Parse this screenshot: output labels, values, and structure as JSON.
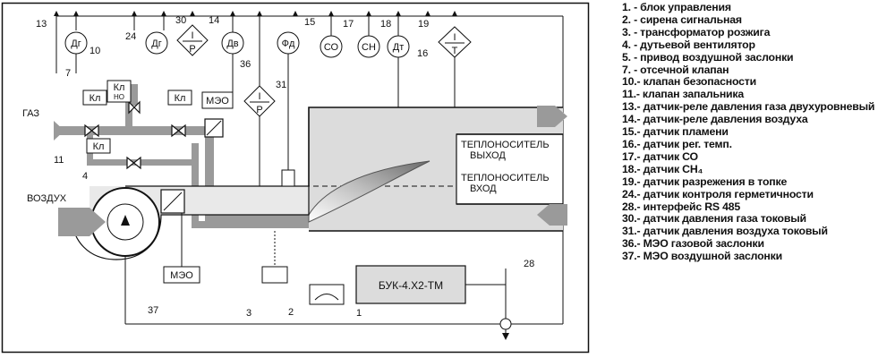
{
  "labels": {
    "gas": "ГАЗ",
    "air": "ВОЗДУХ",
    "coolant_out_1": "ТЕПЛОНОСИТЕЛЬ",
    "coolant_out_2": "ВЫХОД",
    "coolant_in_1": "ТЕПЛОНОСИТЕЛЬ",
    "coolant_in_2": "ВХОД",
    "controller": "БУК-4.Х2-ТМ",
    "actuator_gas": "МЭО",
    "actuator_air": "МЭО",
    "valve_kl": "Кл",
    "valve_kl_no_1": "Кл",
    "valve_kl_no_2": "НО"
  },
  "sensors": {
    "dg": "Дг",
    "dv": "Дв",
    "df": "Фд",
    "co": "СО",
    "ch": "СН",
    "dt": "Дт",
    "i": "I",
    "p": "Р",
    "t": "Т"
  },
  "numbers": [
    "13",
    "10",
    "7",
    "24",
    "30",
    "14",
    "15",
    "17",
    "18",
    "19",
    "16",
    "36",
    "31",
    "11",
    "4",
    "37",
    "3",
    "2",
    "1",
    "28"
  ],
  "legend": [
    "1. - блок управления",
    "2. - сирена сигнальная",
    "3. - трансформатор розжига",
    "4. - дутьевой вентилятор",
    "5. - привод воздушной заслонки",
    "7. - отсечной клапан",
    "10.- клапан безопасности",
    "11.- клапан запальника",
    "13.- датчик-реле давления газа двухуровневый",
    "14.- датчик-реле давления воздуха",
    "15.- датчик пламени",
    "16.- датчик рег. темп.",
    "17.- датчик СО",
    "18.- датчик СН₄",
    "19.- датчик разрежения в топке",
    "24.- датчик контроля герметичности",
    "28.- интерфейс RS 485",
    "30.- датчик давления газа токовый",
    "31.- датчик давления воздуха токовый",
    "36.- МЭО газовой заслонки",
    "37.- МЭО воздушной заслонки"
  ]
}
